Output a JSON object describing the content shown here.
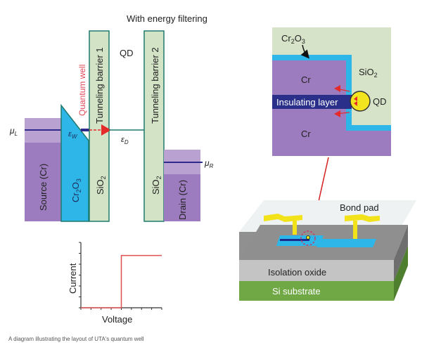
{
  "energy_diagram": {
    "title": "With energy filtering",
    "labels": {
      "quantum_well": "Quantum well",
      "barrier1": "Tunneling barrier 1",
      "barrier2": "Tunneling barrier 2",
      "qd": "QD",
      "mu_l": "μ",
      "mu_l_sub": "L",
      "mu_r": "μ",
      "mu_r_sub": "R",
      "eps_w": "ε",
      "eps_w_sub": "W",
      "eps_d": "ε",
      "eps_d_sub": "D",
      "source": "Source (Cr)",
      "drain": "Drain (Cr)",
      "cr2o3_main": "Cr",
      "cr2o3_sub1": "2",
      "cr2o3_o": "O",
      "cr2o3_sub2": "3",
      "sio2_1": "SiO",
      "sio2_1_sub": "2",
      "sio2_2": "SiO",
      "sio2_2_sub": "2"
    },
    "colors": {
      "metal_light": "#b79fcf",
      "metal_dark": "#9a79bc",
      "oxide_blue": "#2fb6e8",
      "barrier": "#d3e3c6",
      "barrier_edge": "#1f7a6e",
      "level_line": "#2e2a8a",
      "arrow_red": "#e52a2a",
      "qw_label": "#e04a5a"
    }
  },
  "iv_plot": {
    "chart_data": {
      "type": "line",
      "title": "",
      "xlabel": "Voltage",
      "ylabel": "Current",
      "x": [
        0,
        0.5,
        0.5,
        1.0
      ],
      "y": [
        0,
        0,
        0.8,
        0.8
      ],
      "xlim": [
        0,
        1
      ],
      "ylim": [
        0,
        1
      ],
      "x_ticks": 9,
      "y_ticks": 7,
      "grid": false,
      "line_color": "#e05050"
    }
  },
  "cross_section": {
    "labels": {
      "cr2o3": "Cr",
      "cr2o3_sub1": "2",
      "cr2o3_o": "O",
      "cr2o3_sub2": "3",
      "sio2": "SiO",
      "sio2_sub": "2",
      "cr_top": "Cr",
      "cr_bottom": "Cr",
      "insulating_layer": "Insulating layer",
      "qd": "QD"
    }
  },
  "device_3d": {
    "labels": {
      "bond_pad": "Bond pad",
      "isolation_oxide": "Isolation oxide",
      "si_substrate": "Si substrate"
    }
  },
  "caption": "A diagram illustrating the layout of UTA's quantum well"
}
